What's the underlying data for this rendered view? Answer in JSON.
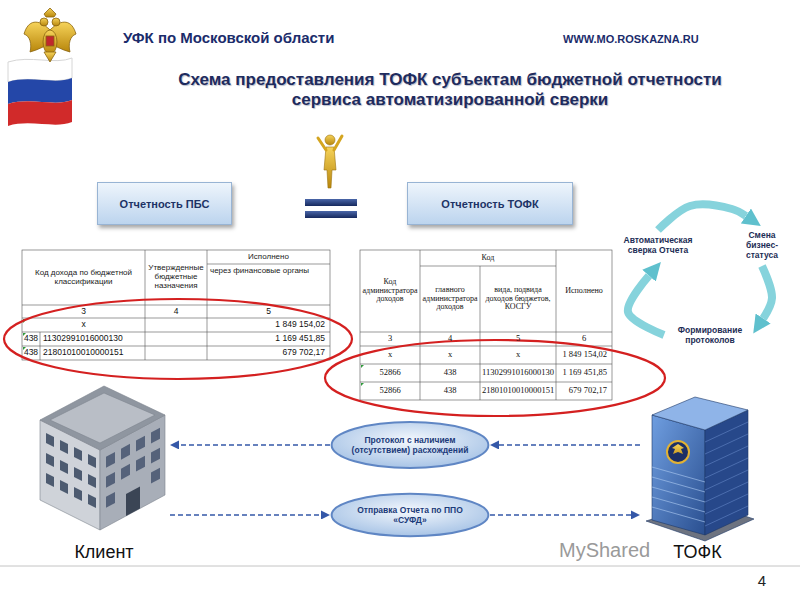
{
  "diagram": {
    "title": "Схема предоставления ТОФК субъектам бюджетной отчетности сервиса автоматизированной сверки",
    "nodes": [
      {
        "text": [
          "Отчетность ПБС"
        ]
      },
      {
        "text": [
          "Отчетность ТОФК"
        ]
      },
      {
        "text": [
          "Автоматическая сверка Отчета"
        ]
      },
      {
        "text": [
          "Смена бизнес-статуса"
        ]
      },
      {
        "text": [
          "Формирование протоколов"
        ]
      },
      {
        "text": [
          "Клиент"
        ]
      },
      {
        "text": [
          "ТОФК"
        ]
      },
      {
        "text": [
          "Протокол с наличием (отсутствием) расхождений"
        ]
      },
      {
        "text": [
          "Отправка Отчета по ППО «СУФД»"
        ]
      }
    ],
    "edges": [
      {
        "from": 2,
        "to": 3,
        "arrow": "to"
      },
      {
        "from": 3,
        "to": 4,
        "arrow": "to"
      },
      {
        "from": 4,
        "to": 2,
        "arrow": "to"
      },
      {
        "from": 6,
        "to": 7,
        "arrow": "to"
      },
      {
        "from": 7,
        "to": 5,
        "arrow": "to"
      },
      {
        "from": 5,
        "to": 8,
        "arrow": "to"
      },
      {
        "from": 8,
        "to": 6,
        "arrow": "to"
      }
    ],
    "labels": [
      "УФК по Московской области",
      "WWW.MO.ROSKAZNA.RU",
      "Код дохода по бюджетной классификации",
      "Утвержденные бюджетные назначения",
      "Исполнено",
      "через финансовые органы",
      "3",
      "4",
      "5",
      "х",
      "1 849 154,02",
      "438",
      "11302991016000130",
      "1 169 451,85",
      "438",
      "21801010010000151",
      "679 702,17",
      "Код администратора доходов",
      "Код",
      "главного администратора доходов",
      "вида, подвида доходов бюджетов, КОСГУ",
      "Исполнено",
      "3",
      "4",
      "5",
      "6",
      "х",
      "х",
      "х",
      "1 849 154,02",
      "52866",
      "438",
      "11302991016000130",
      "1 169 451,85",
      "52866",
      "438",
      "21801010010000151",
      "679 702,17",
      "4",
      "MyShared"
    ]
  }
}
